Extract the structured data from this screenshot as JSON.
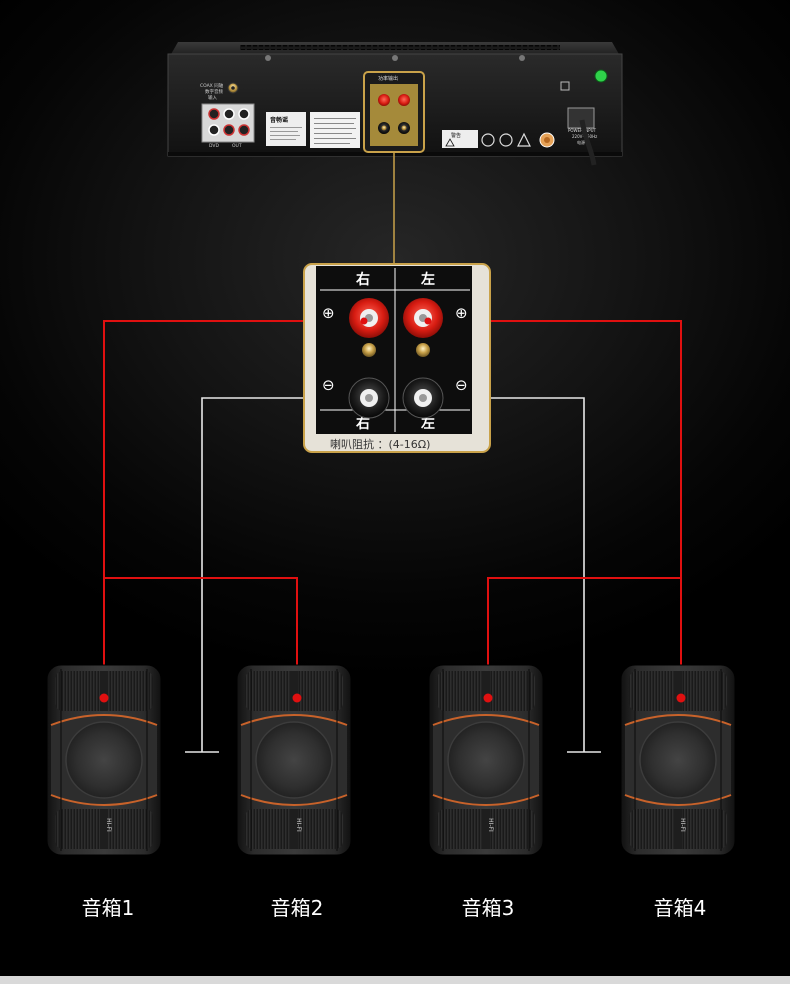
{
  "amplifier": {
    "rear_labels": {
      "coax": "COAX 同轴",
      "digital_in": "数字音频",
      "input": "输入",
      "dvd": "DVD",
      "out": "OUT",
      "brand": "音畅谣",
      "power": "POWER INPUT",
      "voltage": "220V~ 50Hz",
      "mains": "电源",
      "speaker_box": "功率输出",
      "warning": "警告"
    }
  },
  "terminal_panel": {
    "right_top": "右",
    "left_top": "左",
    "right_bottom": "右",
    "left_bottom": "左",
    "plus": "⊕",
    "minus": "⊖",
    "impedance": "喇叭阻抗 ：(4-16Ω)"
  },
  "speakers": [
    {
      "label": "音箱1"
    },
    {
      "label": "音箱2"
    },
    {
      "label": "音箱3"
    },
    {
      "label": "音箱4"
    }
  ],
  "colors": {
    "positive_wire": "#e01010",
    "negative_wire": "#e8e8e8",
    "signal_wire": "#c9a24a",
    "panel_border": "#c9a24a",
    "speaker_accent": "#c8622a"
  },
  "speaker_badge": "HI-FI"
}
